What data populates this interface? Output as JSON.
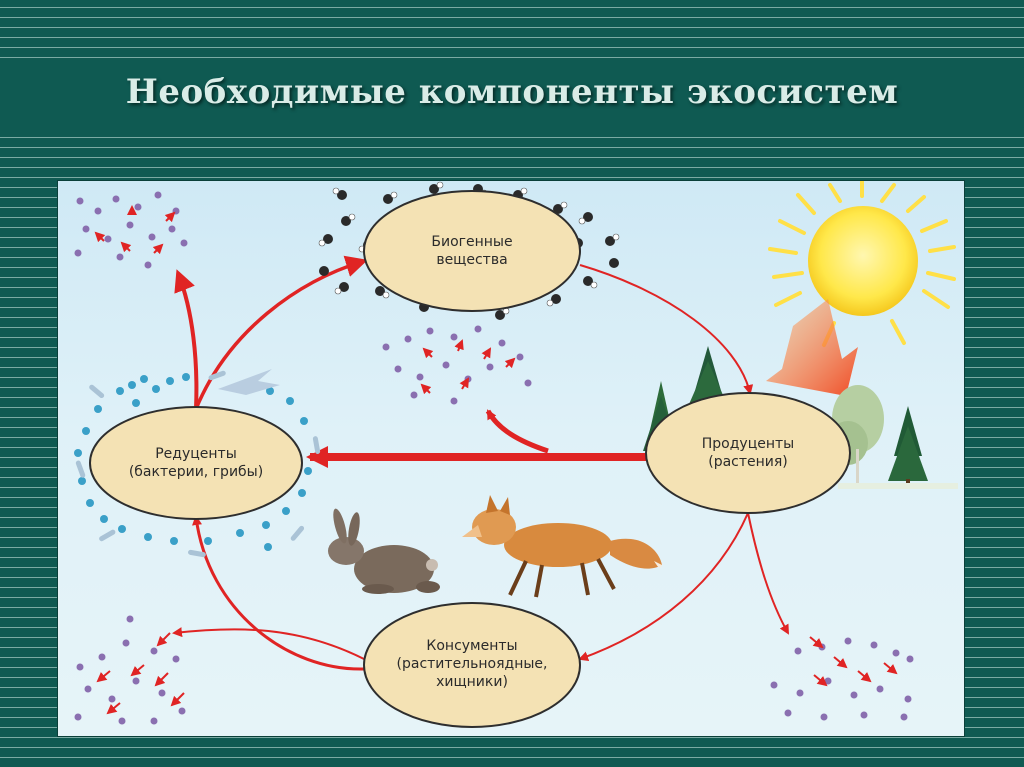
{
  "slide": {
    "title": "Необходимые компоненты экосистем"
  },
  "nodes": {
    "biogenic": {
      "line1": "Биогенные",
      "line2": "вещества"
    },
    "producers": {
      "line1": "Продуценты",
      "line2": "(растения)"
    },
    "reducers": {
      "line1": "Редуценты",
      "line2": "(бактерии, грибы)"
    },
    "consumers": {
      "line1": "Консументы",
      "line2": "(растительноядные,",
      "line3": "хищники)"
    }
  },
  "colors": {
    "background": "#0f5a52",
    "panel": "#d8eef6",
    "node_fill": "#f4e2b4",
    "arrow": "#e02424",
    "sun": "#ffe84a"
  }
}
